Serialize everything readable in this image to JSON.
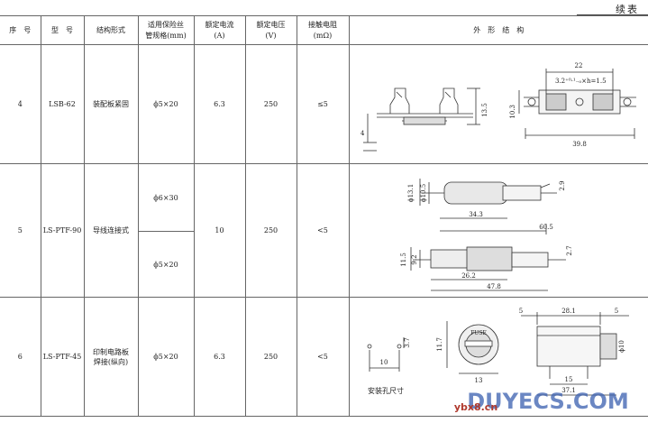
{
  "continuation_label": "续表",
  "headers": {
    "seq": "序　号",
    "model": "型　号",
    "structure": "结构形式",
    "fuse_spec": [
      "适用保险丝",
      "管规格(mm)"
    ],
    "current": [
      "额定电流",
      "(A)"
    ],
    "voltage": [
      "额定电压",
      "(V)"
    ],
    "resistance": [
      "接触电阻",
      "(mΩ)"
    ],
    "figure": "外　形　结　构"
  },
  "rows": [
    {
      "seq": "4",
      "model": "LSB-62",
      "structure": [
        "装配板紧固"
      ],
      "fuse_spec": "ϕ5×20",
      "current": "6.3",
      "voltage": "250",
      "resistance": "≤5"
    },
    {
      "seq": "5",
      "model": "LS-PTF-90",
      "structure": [
        "导线连接式"
      ],
      "fuse_spec_a": "ϕ6×30",
      "fuse_spec_b": "ϕ5×20",
      "current": "10",
      "voltage": "250",
      "resistance": "<5"
    },
    {
      "seq": "6",
      "model": "LS-PTF-45",
      "structure": [
        "印制电路板",
        "焊接(纵向)"
      ],
      "fuse_spec": "ϕ5×20",
      "current": "6.3",
      "voltage": "250",
      "resistance": "<5"
    }
  ],
  "dims": {
    "r4": {
      "d22": "22",
      "d32": "3.2⁺⁰·¹₋₀×h=1.5",
      "d103": "10.3",
      "d135": "13.5",
      "d398": "39.8",
      "d4": "4"
    },
    "r5a": {
      "d131": "ϕ13.1",
      "d105": "ϕ10.5",
      "d343": "34.3",
      "d605": "60.5",
      "d29": "2.9"
    },
    "r5b": {
      "d115": "11.5",
      "d92": "9.2",
      "d262": "26.2",
      "d478": "47.8",
      "d27": "2.7"
    },
    "r6": {
      "d5a": "5",
      "d281": "28.1",
      "d5b": "5",
      "d117": "11.7",
      "d10": "10",
      "d13": "13",
      "d371": "37.1",
      "d15": "15",
      "d37": "3.7",
      "dd10": "ϕ10",
      "fuse_text": "FUSE",
      "hole_caption": "安装孔尺寸"
    }
  },
  "watermark": {
    "main": "DUYECS.COM",
    "sub": "ybx8.cn"
  }
}
